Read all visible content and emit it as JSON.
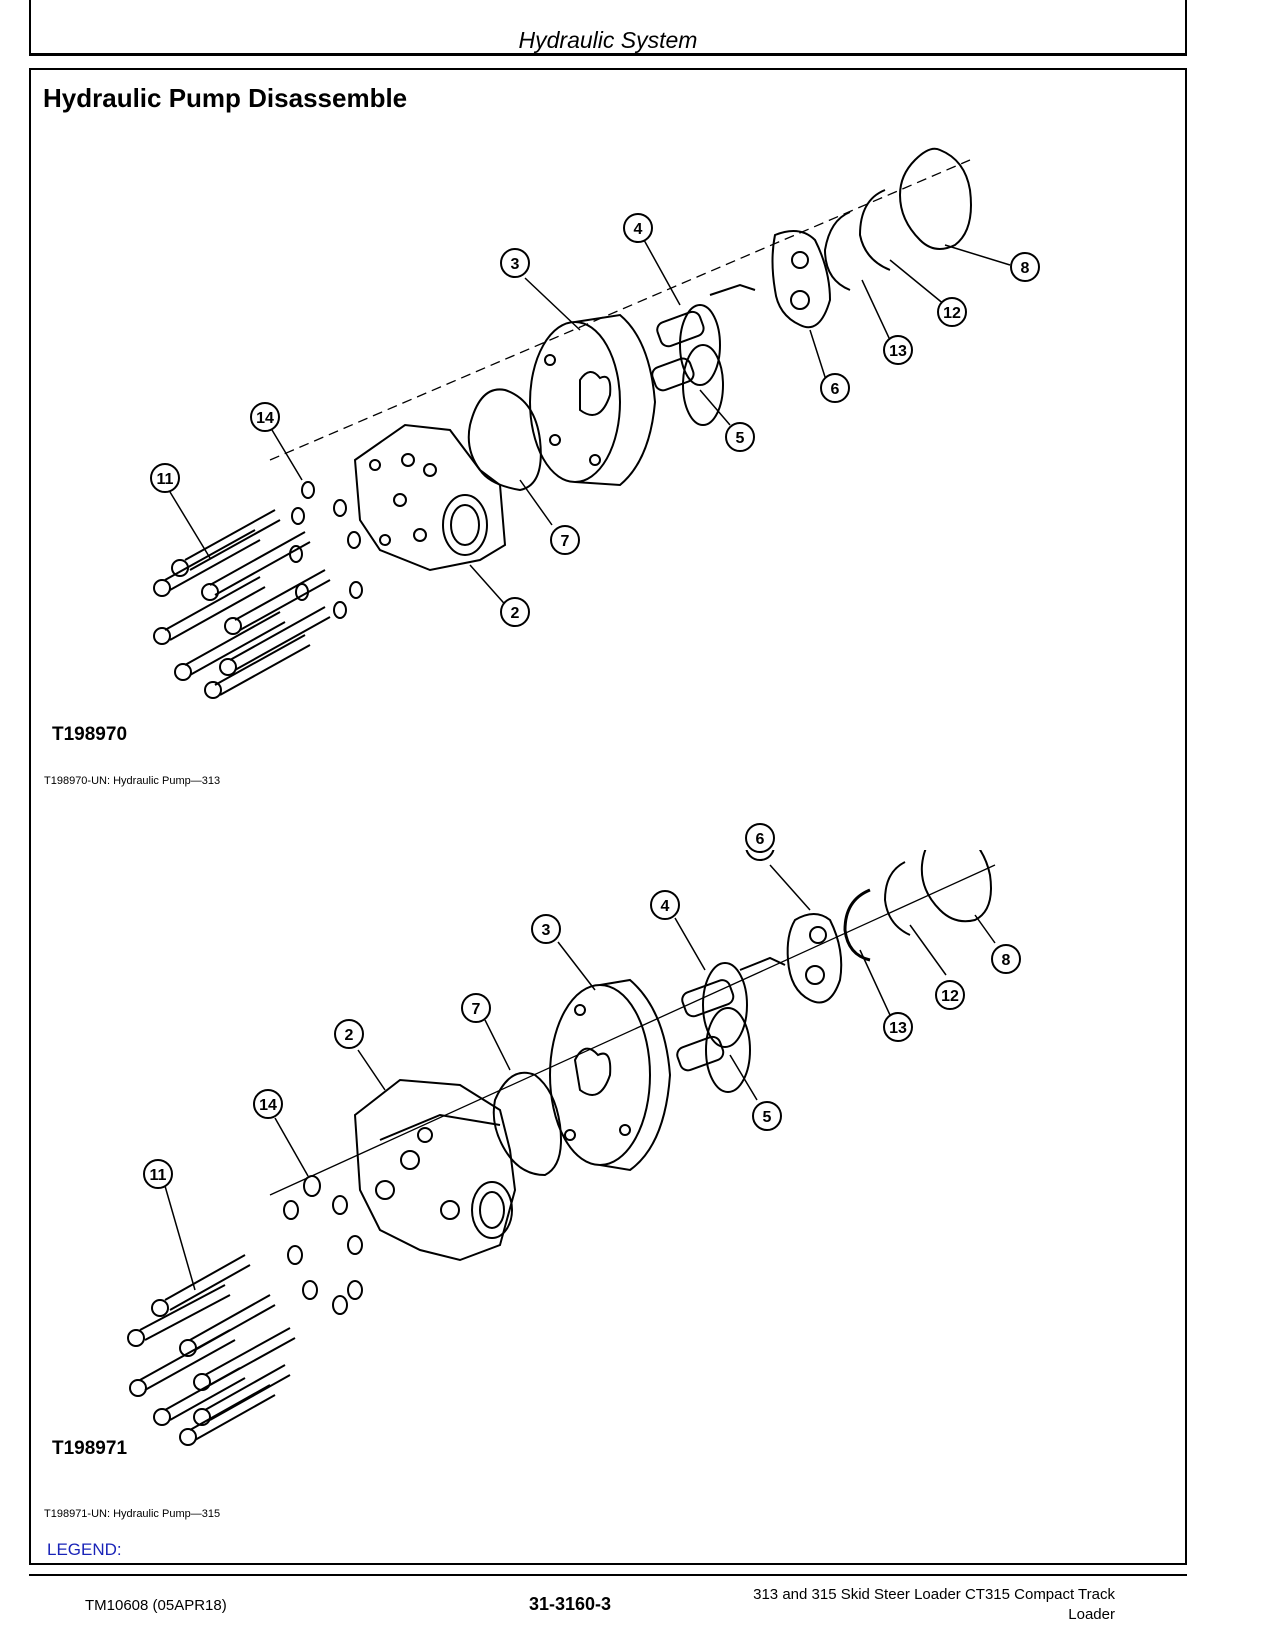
{
  "header": {
    "section": "Hydraulic System"
  },
  "page_title": "Hydraulic Pump Disassemble",
  "figures": [
    {
      "id": "T198970",
      "caption": "T198970-UN: Hydraulic Pump—313",
      "callouts": [
        "2",
        "3",
        "4",
        "5",
        "6",
        "7",
        "8",
        "11",
        "12",
        "13",
        "14"
      ]
    },
    {
      "id": "T198971",
      "caption": "T198971-UN: Hydraulic Pump—315",
      "callouts": [
        "2",
        "3",
        "4",
        "5",
        "6",
        "7",
        "8",
        "11",
        "12",
        "13",
        "14"
      ]
    }
  ],
  "legend": {
    "label": "LEGEND:"
  },
  "footer": {
    "doc_id": "TM10608 (05APR18)",
    "page_number": "31-3160-3",
    "title_line1": "313 and 315 Skid Steer Loader CT315 Compact Track",
    "title_line2": "Loader"
  }
}
